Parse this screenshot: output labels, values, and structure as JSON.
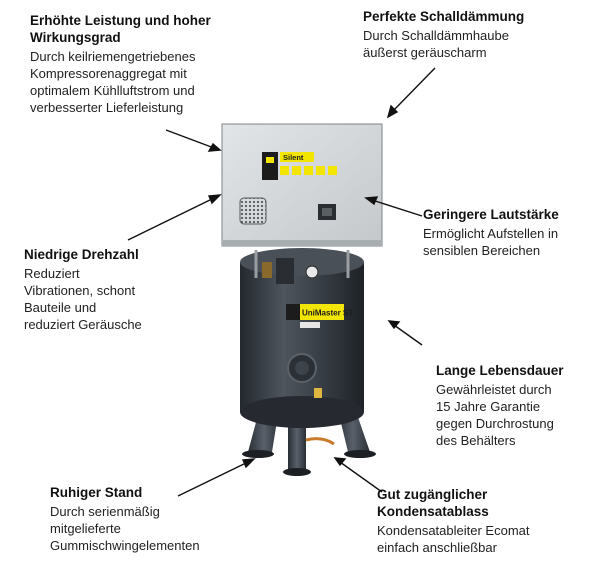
{
  "features": {
    "leistung": {
      "title": "Erhöhte Leistung und hoher\nWirkungsgrad",
      "text": "Durch keilriemengetriebenes\nKompressorenaggregat mit\noptimalem Kühlluftstrom und\nverbesserter Lieferleistung"
    },
    "schalldaemmung": {
      "title": "Perfekte Schalldämmung",
      "text": "Durch Schalldämmhaube\näußerst geräuscharm"
    },
    "lautstaerke": {
      "title": "Geringere Lautstärke",
      "text": "Ermöglicht Aufstellen in\nsensiblen Bereichen"
    },
    "drehzahl": {
      "title": "Niedrige Drehzahl",
      "text": "Reduziert\nVibrationen, schont\nBauteile und\nreduziert Geräusche"
    },
    "lebensdauer": {
      "title": "Lange Lebensdauer",
      "text": "Gewährleistet durch\n15 Jahre Garantie\ngegen Durchrostung\ndes Behälters"
    },
    "stand": {
      "title": "Ruhiger Stand",
      "text": "Durch serienmäßig\nmitgelieferte\nGummischwingelementen"
    },
    "kondensat": {
      "title": "Gut zugänglicher\nKondensatablass",
      "text": "Kondensatableiter Ecomat\neinfach anschließbar"
    }
  },
  "product": {
    "hood_label": "Silent",
    "tank_label": "UniMaster ST"
  },
  "colors": {
    "hood": "#d4d7d9",
    "tank": "#3a4048",
    "accent": "#f2e500",
    "arrow": "#111111"
  }
}
